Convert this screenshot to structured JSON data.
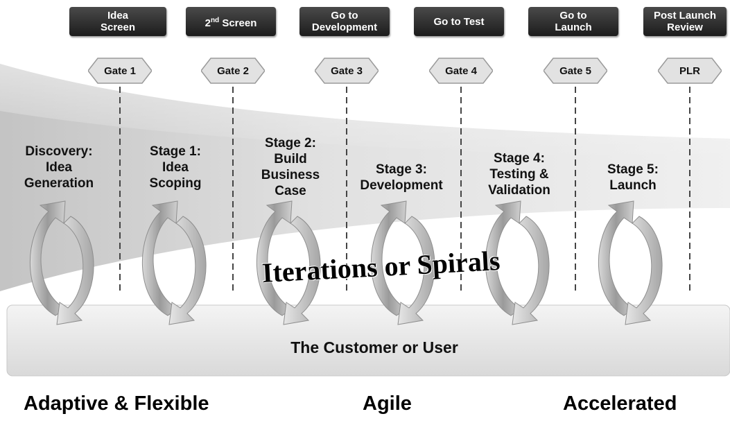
{
  "decisions": [
    {
      "label": "Idea\nScreen"
    },
    {
      "label": "2nd Screen"
    },
    {
      "label": "Go to\nDevelopment"
    },
    {
      "label": "Go to Test"
    },
    {
      "label": "Go to\nLaunch"
    },
    {
      "label": "Post Launch\nReview"
    }
  ],
  "gates": [
    {
      "label": "Gate 1"
    },
    {
      "label": "Gate 2"
    },
    {
      "label": "Gate 3"
    },
    {
      "label": "Gate 4"
    },
    {
      "label": "Gate 5"
    },
    {
      "label": "PLR"
    }
  ],
  "stages": [
    {
      "label": "Discovery:\nIdea\nGeneration"
    },
    {
      "label": "Stage 1:\nIdea\nScoping"
    },
    {
      "label": "Stage 2:\nBuild\nBusiness\nCase"
    },
    {
      "label": "Stage 3:\nDevelopment"
    },
    {
      "label": "Stage 4:\nTesting &\nValidation"
    },
    {
      "label": "Stage 5:\nLaunch"
    }
  ],
  "iterations_label": "Iterations or Spirals",
  "customer_label": "The Customer or User",
  "bottom_labels": {
    "adaptive": "Adaptive & Flexible",
    "agile": "Agile",
    "accelerated": "Accelerated"
  },
  "colors": {
    "decision_bg": "#2b2b2b",
    "gate_fill": "#e2e2e2",
    "funnel_dark": "#bdbdbd",
    "arrow": "#a8a8a8",
    "base": "#e8e8e8"
  }
}
